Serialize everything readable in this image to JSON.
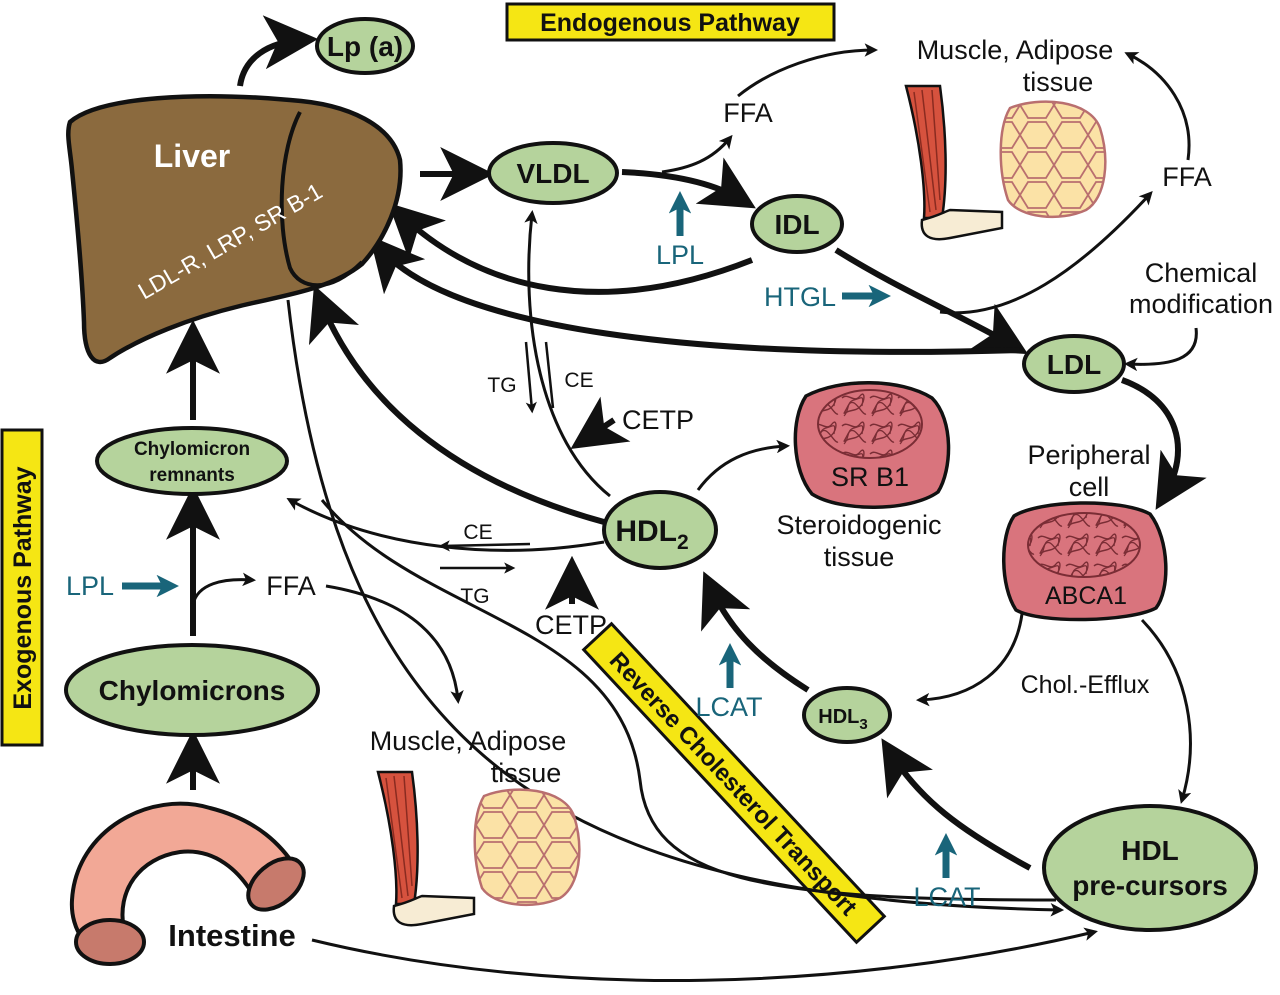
{
  "pathways": {
    "endogenous": "Endogenous Pathway",
    "exogenous": "Exogenous Pathway",
    "reverse": "Reverse Cholesterol Transport"
  },
  "organs": {
    "liver": "Liver",
    "liver_receptors": "LDL-R, LRP, SR B-1",
    "intestine": "Intestine"
  },
  "lipoproteins": {
    "lpa": "Lp (a)",
    "vldl": "VLDL",
    "idl": "IDL",
    "ldl": "LDL",
    "hdl2_main": "HDL",
    "hdl2_sub": "2",
    "hdl3_main": "HDL",
    "hdl3_sub": "3",
    "hdl_precursors_line1": "HDL",
    "hdl_precursors_line2": "pre-cursors",
    "chylomicrons": "Chylomicrons",
    "remnants_line1": "Chylomicron",
    "remnants_line2": "remnants"
  },
  "enzymes": {
    "lpl_top": "LPL",
    "htgl": "HTGL",
    "lpl_left": "LPL",
    "lcat_upper": "LCAT",
    "lcat_lower": "LCAT"
  },
  "labels": {
    "ffa_top": "FFA",
    "ffa_right": "FFA",
    "ffa_left": "FFA",
    "muscle_top_line1": "Muscle,  Adipose",
    "muscle_top_line2": "tissue",
    "muscle_bottom_line1": "Muscle,  Adipose",
    "muscle_bottom_line2": "tissue",
    "chem_line1": "Chemical",
    "chem_line2": "modification",
    "peripheral_line1": "Peripheral",
    "peripheral_line2": "cell",
    "abca1": "ABCA1",
    "srb1": "SR B1",
    "steroid_line1": "Steroidogenic",
    "steroid_line2": "tissue",
    "chol_efflux": "Chol.-Efflux",
    "cetp_upper": "CETP",
    "cetp_lower": "CETP",
    "tg_upper": "TG",
    "ce_upper": "CE",
    "ce_lower": "CE",
    "tg_lower": "TG"
  },
  "colors": {
    "node_fill": "#b5d39c",
    "liver_fill": "#8b6a3e",
    "intestine_fill": "#f2a896",
    "cell_fill": "#d9747d",
    "banner_fill": "#f5e614",
    "enzyme_text": "#19657a",
    "muscle_red": "#d6523e",
    "adipose_fill": "#fbe2a6"
  },
  "icons": [
    "arrow-icon",
    "muscle-icon",
    "adipose-icon",
    "cell-icon"
  ]
}
